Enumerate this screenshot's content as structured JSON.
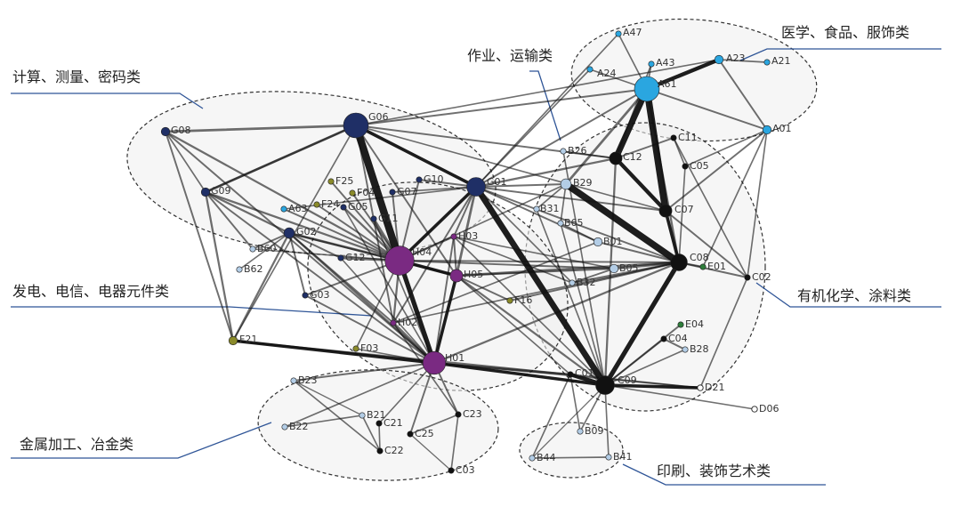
{
  "colors": {
    "A": "#2aa6e0",
    "B": "#b3cde6",
    "C": "#111111",
    "D": "#ffffff",
    "E": "#2e7d3a",
    "F": "#8a8a2a",
    "G": "#1f2f66",
    "H": "#7a2a82",
    "edge": "#111111",
    "cluster_fill": "#eeeeee",
    "cluster_stroke": "#333333",
    "callout": "#2f5597"
  },
  "categories": [
    {
      "id": "compute",
      "text": "计算、测量、密码类"
    },
    {
      "id": "medical",
      "text": "医学、食品、服饰类"
    },
    {
      "id": "transport",
      "text": "作业、运输类"
    },
    {
      "id": "electric",
      "text": "发电、电信、电器元件类"
    },
    {
      "id": "organic",
      "text": "有机化学、涂料类"
    },
    {
      "id": "metal",
      "text": "金属加工、冶金类"
    },
    {
      "id": "print",
      "text": "印刷、装饰艺术类"
    }
  ],
  "nodes": [
    {
      "id": "A47",
      "label": "A47",
      "group": "A",
      "weight": 1
    },
    {
      "id": "A24",
      "label": "A24",
      "group": "A",
      "weight": 1
    },
    {
      "id": "A43",
      "label": "A43",
      "group": "A",
      "weight": 1
    },
    {
      "id": "A23",
      "label": "A23",
      "group": "A",
      "weight": 2
    },
    {
      "id": "A21",
      "label": "A21",
      "group": "A",
      "weight": 1
    },
    {
      "id": "A61",
      "label": "A61",
      "group": "A",
      "weight": 10
    },
    {
      "id": "A01",
      "label": "A01",
      "group": "A",
      "weight": 2
    },
    {
      "id": "C11",
      "label": "C11",
      "group": "C",
      "weight": 1
    },
    {
      "id": "C12",
      "label": "C12",
      "group": "C",
      "weight": 4
    },
    {
      "id": "C05",
      "label": "C05",
      "group": "C",
      "weight": 1
    },
    {
      "id": "C07",
      "label": "C07",
      "group": "C",
      "weight": 4
    },
    {
      "id": "C08",
      "label": "C08",
      "group": "C",
      "weight": 6
    },
    {
      "id": "E01",
      "label": "E01",
      "group": "E",
      "weight": 1
    },
    {
      "id": "C02",
      "label": "C02",
      "group": "C",
      "weight": 1
    },
    {
      "id": "E04",
      "label": "E04",
      "group": "E",
      "weight": 1
    },
    {
      "id": "C04",
      "label": "C04",
      "group": "C",
      "weight": 1
    },
    {
      "id": "B28",
      "label": "B28",
      "group": "B",
      "weight": 1
    },
    {
      "id": "D21",
      "label": "D21",
      "group": "D",
      "weight": 1
    },
    {
      "id": "D06",
      "label": "D06",
      "group": "D",
      "weight": 1
    },
    {
      "id": "C09",
      "label": "C09",
      "group": "C",
      "weight": 7
    },
    {
      "id": "C01",
      "label": "C01",
      "group": "C",
      "weight": 1
    },
    {
      "id": "B26",
      "label": "B26",
      "group": "B",
      "weight": 1
    },
    {
      "id": "B29",
      "label": "B29",
      "group": "B",
      "weight": 3
    },
    {
      "id": "B31",
      "label": "B31",
      "group": "B",
      "weight": 1
    },
    {
      "id": "B65",
      "label": "B65",
      "group": "B",
      "weight": 1
    },
    {
      "id": "B01",
      "label": "B01",
      "group": "B",
      "weight": 2
    },
    {
      "id": "B05",
      "label": "B05",
      "group": "B",
      "weight": 2
    },
    {
      "id": "B32",
      "label": "B32",
      "group": "B",
      "weight": 1
    },
    {
      "id": "G06",
      "label": "G06",
      "group": "G",
      "weight": 10
    },
    {
      "id": "G08",
      "label": "G08",
      "group": "G",
      "weight": 2
    },
    {
      "id": "G09",
      "label": "G09",
      "group": "G",
      "weight": 2
    },
    {
      "id": "F25",
      "label": "F25",
      "group": "F",
      "weight": 1
    },
    {
      "id": "F04",
      "label": "F04",
      "group": "F",
      "weight": 1
    },
    {
      "id": "F24",
      "label": "F24",
      "group": "F",
      "weight": 1
    },
    {
      "id": "G05",
      "label": "G05",
      "group": "G",
      "weight": 1
    },
    {
      "id": "G07",
      "label": "G07",
      "group": "G",
      "weight": 1
    },
    {
      "id": "G10",
      "label": "G10",
      "group": "G",
      "weight": 1
    },
    {
      "id": "G01",
      "label": "G01",
      "group": "G",
      "weight": 7
    },
    {
      "id": "A63",
      "label": "A63",
      "group": "A",
      "weight": 1
    },
    {
      "id": "G11",
      "label": "G11",
      "group": "G",
      "weight": 1
    },
    {
      "id": "G02",
      "label": "G02",
      "group": "G",
      "weight": 3
    },
    {
      "id": "B60",
      "label": "B60",
      "group": "B",
      "weight": 1
    },
    {
      "id": "B62",
      "label": "B62",
      "group": "B",
      "weight": 1
    },
    {
      "id": "G12",
      "label": "G12",
      "group": "G",
      "weight": 1
    },
    {
      "id": "H04",
      "label": "H04",
      "group": "H",
      "weight": 12
    },
    {
      "id": "H03",
      "label": "H03",
      "group": "H",
      "weight": 1
    },
    {
      "id": "H05",
      "label": "H05",
      "group": "H",
      "weight": 4
    },
    {
      "id": "G03",
      "label": "G03",
      "group": "G",
      "weight": 1
    },
    {
      "id": "F16",
      "label": "F16",
      "group": "F",
      "weight": 1
    },
    {
      "id": "H02",
      "label": "H02",
      "group": "H",
      "weight": 1
    },
    {
      "id": "F21",
      "label": "F21",
      "group": "F",
      "weight": 2
    },
    {
      "id": "F03",
      "label": "F03",
      "group": "F",
      "weight": 1
    },
    {
      "id": "H01",
      "label": "H01",
      "group": "H",
      "weight": 9
    },
    {
      "id": "B23",
      "label": "B23",
      "group": "B",
      "weight": 1
    },
    {
      "id": "B21",
      "label": "B21",
      "group": "B",
      "weight": 1
    },
    {
      "id": "C21",
      "label": "C21",
      "group": "C",
      "weight": 1
    },
    {
      "id": "B22",
      "label": "B22",
      "group": "B",
      "weight": 1
    },
    {
      "id": "C22",
      "label": "C22",
      "group": "C",
      "weight": 1
    },
    {
      "id": "C25",
      "label": "C25",
      "group": "C",
      "weight": 1
    },
    {
      "id": "C23",
      "label": "C23",
      "group": "C",
      "weight": 1
    },
    {
      "id": "C03",
      "label": "C03",
      "group": "C",
      "weight": 1
    },
    {
      "id": "B09",
      "label": "B09",
      "group": "B",
      "weight": 1
    },
    {
      "id": "B44",
      "label": "B44",
      "group": "B",
      "weight": 1
    },
    {
      "id": "B41",
      "label": "B41",
      "group": "B",
      "weight": 1
    }
  ],
  "edges": [
    [
      "G06",
      "H04",
      5
    ],
    [
      "A61",
      "C07",
      4.5
    ],
    [
      "C07",
      "C08",
      2
    ],
    [
      "B29",
      "C08",
      4.5
    ],
    [
      "A61",
      "C12",
      4
    ],
    [
      "G01",
      "C09",
      4
    ],
    [
      "C08",
      "C09",
      3
    ],
    [
      "C12",
      "C07",
      2.5
    ],
    [
      "H04",
      "H01",
      3
    ],
    [
      "C09",
      "C01",
      2.5
    ],
    [
      "G06",
      "G01",
      2
    ],
    [
      "H04",
      "G01",
      2
    ],
    [
      "H05",
      "C08",
      1.5
    ],
    [
      "H01",
      "C09",
      2
    ],
    [
      "H01",
      "H05",
      2
    ],
    [
      "A61",
      "A23",
      2.5
    ],
    [
      "A61",
      "B29",
      1.5
    ],
    [
      "C09",
      "D21",
      2
    ],
    [
      "C08",
      "B05",
      1.5
    ],
    [
      "F21",
      "H01",
      2
    ],
    [
      "H04",
      "G02",
      1.5
    ],
    [
      "G06",
      "G09",
      1.5
    ],
    [
      "G08",
      "G06",
      1.5
    ],
    [
      "G06",
      "A61",
      1
    ],
    [
      "G01",
      "A61",
      1
    ],
    [
      "C12",
      "C11",
      1
    ],
    [
      "A23",
      "A01",
      1
    ],
    [
      "A01",
      "C07",
      1
    ],
    [
      "C07",
      "C02",
      1
    ],
    [
      "C08",
      "E01",
      1
    ],
    [
      "C08",
      "C02",
      1
    ],
    [
      "C09",
      "C04",
      1
    ],
    [
      "C09",
      "E04",
      1
    ],
    [
      "C04",
      "B28",
      1
    ],
    [
      "C09",
      "D06",
      0.8
    ],
    [
      "C02",
      "D21",
      0.8
    ],
    [
      "A61",
      "A47",
      0.8
    ],
    [
      "A61",
      "A43",
      0.8
    ],
    [
      "A61",
      "A24",
      0.8
    ],
    [
      "A23",
      "A21",
      0.8
    ],
    [
      "A61",
      "A01",
      1
    ],
    [
      "C11",
      "C05",
      0.8
    ],
    [
      "A01",
      "C05",
      0.8
    ],
    [
      "C05",
      "C08",
      0.8
    ],
    [
      "B26",
      "C12",
      0.8
    ],
    [
      "B29",
      "B31",
      0.8
    ],
    [
      "B29",
      "B65",
      0.8
    ],
    [
      "B65",
      "B01",
      0.8
    ],
    [
      "B01",
      "C08",
      1
    ],
    [
      "B05",
      "B32",
      1
    ],
    [
      "B32",
      "C08",
      1
    ],
    [
      "G08",
      "H04",
      1.2
    ],
    [
      "G08",
      "H01",
      1
    ],
    [
      "G08",
      "F21",
      1
    ],
    [
      "G09",
      "H04",
      1.2
    ],
    [
      "G09",
      "F21",
      1.2
    ],
    [
      "G09",
      "G02",
      1.2
    ],
    [
      "G09",
      "B60",
      1
    ],
    [
      "G09",
      "H01",
      1
    ],
    [
      "G02",
      "H01",
      1.2
    ],
    [
      "G02",
      "G12",
      1
    ],
    [
      "G02",
      "G03",
      1
    ],
    [
      "G02",
      "B60",
      1
    ],
    [
      "G02",
      "F21",
      1.2
    ],
    [
      "G02",
      "H02",
      1
    ],
    [
      "G03",
      "H04",
      1
    ],
    [
      "G03",
      "H01",
      1
    ],
    [
      "G12",
      "H04",
      1.5
    ],
    [
      "G11",
      "H04",
      1.5
    ],
    [
      "G05",
      "H04",
      1.2
    ],
    [
      "F04",
      "H04",
      1
    ],
    [
      "F24",
      "H04",
      1
    ],
    [
      "F25",
      "H04",
      1
    ],
    [
      "G07",
      "H04",
      1
    ],
    [
      "G10",
      "H04",
      1
    ],
    [
      "A63",
      "H04",
      1
    ],
    [
      "H04",
      "H05",
      2
    ],
    [
      "H04",
      "H03",
      1.2
    ],
    [
      "H04",
      "H02",
      1.2
    ],
    [
      "H05",
      "H03",
      1
    ],
    [
      "G01",
      "H05",
      1.5
    ],
    [
      "G01",
      "H03",
      1
    ],
    [
      "G01",
      "H02",
      1
    ],
    [
      "H02",
      "H01",
      1.5
    ],
    [
      "H03",
      "H01",
      1
    ],
    [
      "H05",
      "F16",
      1
    ],
    [
      "F16",
      "C08",
      1
    ],
    [
      "H05",
      "C09",
      1.2
    ],
    [
      "H05",
      "B05",
      1
    ],
    [
      "G01",
      "B29",
      1
    ],
    [
      "G01",
      "B01",
      1
    ],
    [
      "G01",
      "C07",
      1
    ],
    [
      "H01",
      "C08",
      1.2
    ],
    [
      "H01",
      "C01",
      1.2
    ],
    [
      "H01",
      "B23",
      1
    ],
    [
      "H01",
      "C23",
      1
    ],
    [
      "H01",
      "C25",
      1
    ],
    [
      "H01",
      "C21",
      0.8
    ],
    [
      "H01",
      "B22",
      0.8
    ],
    [
      "B23",
      "C22",
      0.8
    ],
    [
      "B22",
      "B21",
      0.8
    ],
    [
      "B21",
      "C22",
      0.8
    ],
    [
      "C21",
      "C22",
      0.8
    ],
    [
      "C23",
      "C03",
      0.8
    ],
    [
      "C23",
      "C25",
      0.8
    ],
    [
      "C01",
      "B44",
      0.8
    ],
    [
      "B44",
      "B41",
      0.8
    ],
    [
      "B41",
      "C09",
      0.8
    ],
    [
      "B09",
      "C09",
      0.8
    ],
    [
      "B09",
      "C01",
      0.8
    ],
    [
      "G06",
      "C12",
      1
    ],
    [
      "G06",
      "A23",
      0.8
    ],
    [
      "H04",
      "C08",
      1
    ],
    [
      "H04",
      "B05",
      1
    ],
    [
      "G01",
      "C12",
      1.2
    ],
    [
      "F03",
      "H04",
      0.8
    ],
    [
      "F03",
      "H01",
      0.8
    ],
    [
      "H02",
      "C08",
      0.8
    ],
    [
      "H02",
      "B01",
      0.8
    ],
    [
      "H03",
      "C09",
      0.8
    ],
    [
      "G02",
      "H05",
      1
    ],
    [
      "G09",
      "G06",
      1.2
    ],
    [
      "G05",
      "H01",
      0.8
    ],
    [
      "G11",
      "H01",
      0.8
    ],
    [
      "G12",
      "H01",
      0.8
    ],
    [
      "A63",
      "G01",
      0.8
    ],
    [
      "G10",
      "G01",
      1
    ],
    [
      "G07",
      "G01",
      0.8
    ],
    [
      "G06",
      "C07",
      0.8
    ],
    [
      "H04",
      "B29",
      0.8
    ],
    [
      "B31",
      "C09",
      0.8
    ],
    [
      "B65",
      "C09",
      0.8
    ],
    [
      "B26",
      "C09",
      0.8
    ],
    [
      "C12",
      "C09",
      1.2
    ],
    [
      "A61",
      "C08",
      1.2
    ],
    [
      "A01",
      "C02",
      0.8
    ],
    [
      "A01",
      "E01",
      0.8
    ],
    [
      "C11",
      "C02",
      0.8
    ],
    [
      "B28",
      "C09",
      0.8
    ],
    [
      "D21",
      "C01",
      0.8
    ],
    [
      "G06",
      "H02",
      1
    ],
    [
      "G06",
      "H05",
      1
    ],
    [
      "G08",
      "G09",
      0.8
    ],
    [
      "B62",
      "G02",
      0.8
    ],
    [
      "B60",
      "H04",
      0.8
    ],
    [
      "F21",
      "G06",
      0.8
    ],
    [
      "F21",
      "C01",
      1
    ],
    [
      "H01",
      "D21",
      0.8
    ],
    [
      "G01",
      "B32",
      0.8
    ],
    [
      "H05",
      "C01",
      0.8
    ],
    [
      "A24",
      "G01",
      0.8
    ],
    [
      "A47",
      "G01",
      0.8
    ],
    [
      "A43",
      "C12",
      0.8
    ],
    [
      "H02",
      "C23",
      0.8
    ],
    [
      "B23",
      "B21",
      0.6
    ],
    [
      "C25",
      "C03",
      0.6
    ],
    [
      "B44",
      "C09",
      0.6
    ],
    [
      "H03",
      "B32",
      0.8
    ],
    [
      "H03",
      "B05",
      0.8
    ],
    [
      "G01",
      "C08",
      1
    ]
  ]
}
